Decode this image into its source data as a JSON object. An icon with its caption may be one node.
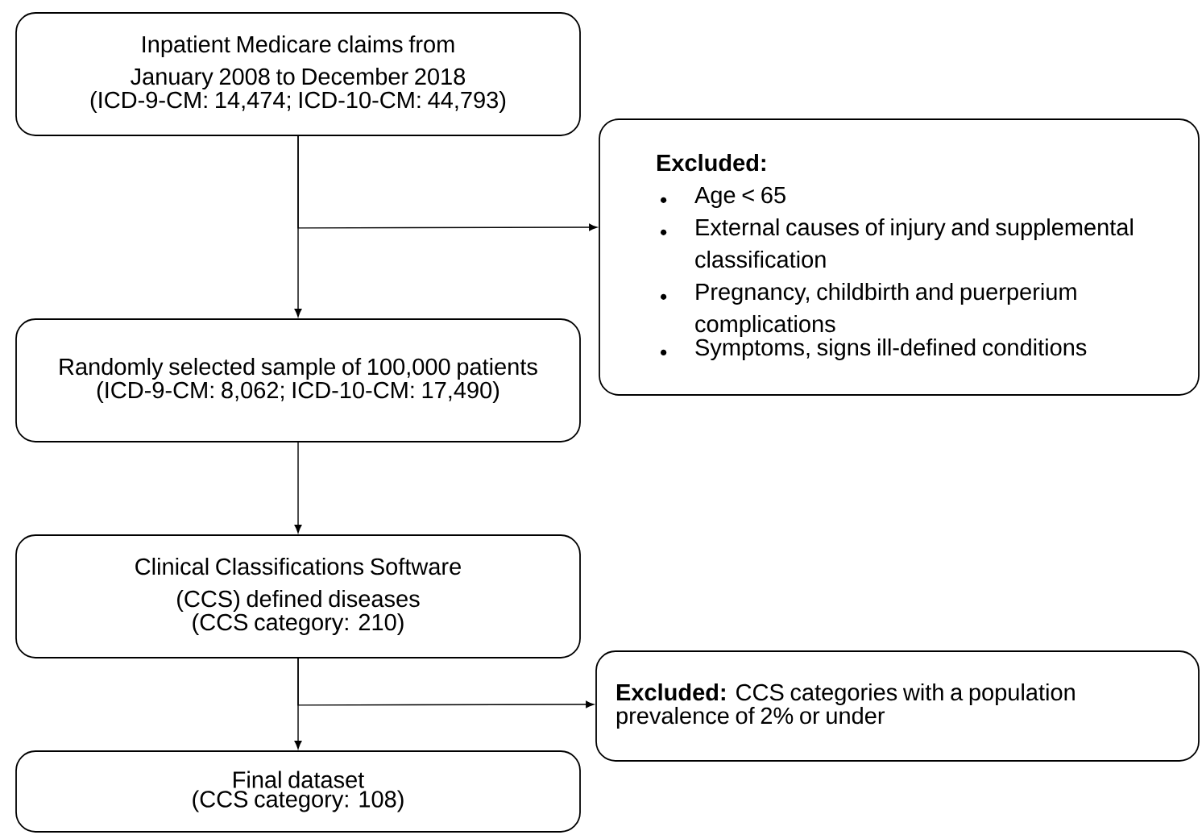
{
  "diagram": {
    "nodes": [
      {
        "text": [
          "Inpatient Medicare claims from January 2008 to December 2018",
          "(ICD-9-CM: 14,474; ICD-10-CM: 44,793)"
        ]
      },
      {
        "text": [
          "Excluded:",
          "Age < 65",
          "External causes of injury and supplemental classification",
          "Pregnancy, childbirth and puerperium complications",
          "Symptoms, signs  ill-defined conditions"
        ]
      },
      {
        "text": [
          "Randomly selected sample of 100,000 patients",
          "(ICD-9-CM: 8,062; ICD-10-CM: 17,490)"
        ]
      },
      {
        "text": [
          "Clinical Classifications Software (CCS) defined diseases",
          "(CCS category: 210)"
        ]
      },
      {
        "text": [
          "**Excluded:** CCS categories with a population prevalence of 2% or under"
        ]
      },
      {
        "text": [
          "Final dataset",
          "(CCS category: 108)"
        ]
      }
    ],
    "edges": [
      {
        "from": 0,
        "to": 1,
        "arrow": "to"
      },
      {
        "from": 0,
        "to": 2,
        "arrow": "to"
      },
      {
        "from": 2,
        "to": 3,
        "arrow": "to"
      },
      {
        "from": 3,
        "to": 4,
        "arrow": "to"
      },
      {
        "from": 3,
        "to": 5,
        "arrow": "to"
      }
    ]
  }
}
